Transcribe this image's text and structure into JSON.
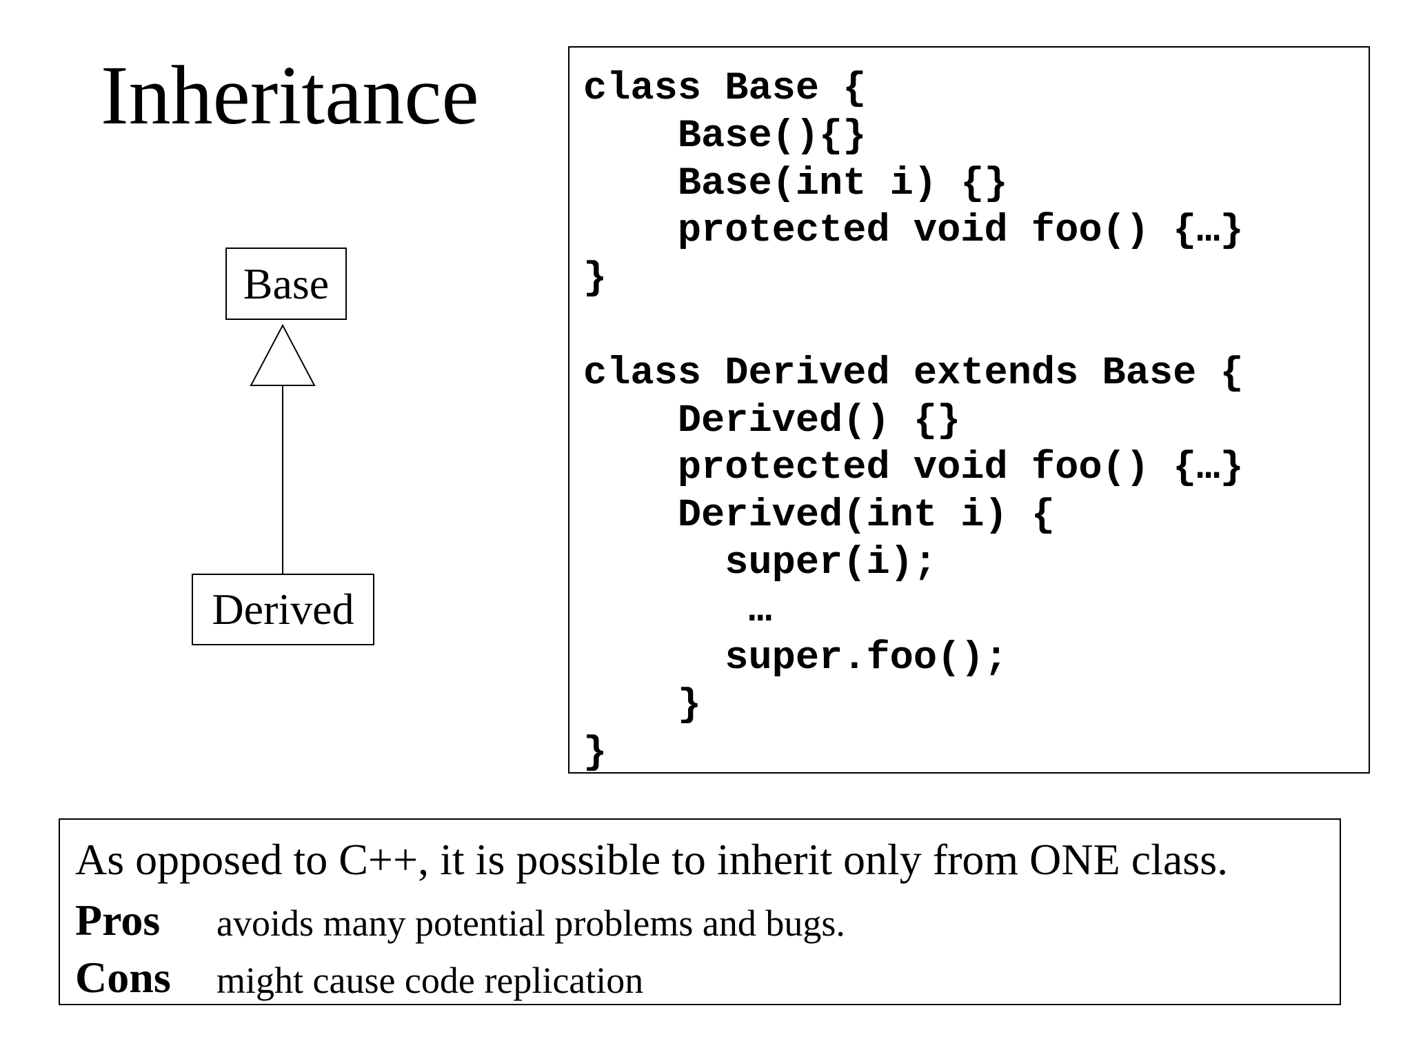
{
  "slide": {
    "title": "Inheritance"
  },
  "diagram": {
    "base_label": "Base",
    "derived_label": "Derived"
  },
  "code": {
    "lines": [
      "class Base {",
      "    Base(){}",
      "    Base(int i) {}",
      "    protected void foo() {…}",
      "}",
      "",
      "class Derived extends Base {",
      "    Derived() {}",
      "    protected void foo() {…}",
      "    Derived(int i) {",
      "      super(i);",
      "       …",
      "      super.foo();",
      "    }",
      "}"
    ]
  },
  "note": {
    "main": "As opposed to C++, it is possible to inherit only from ONE class.",
    "pros_label": "Pros",
    "pros_text": "avoids many potential problems and bugs.",
    "cons_label": "Cons",
    "cons_text": "might cause code replication"
  }
}
